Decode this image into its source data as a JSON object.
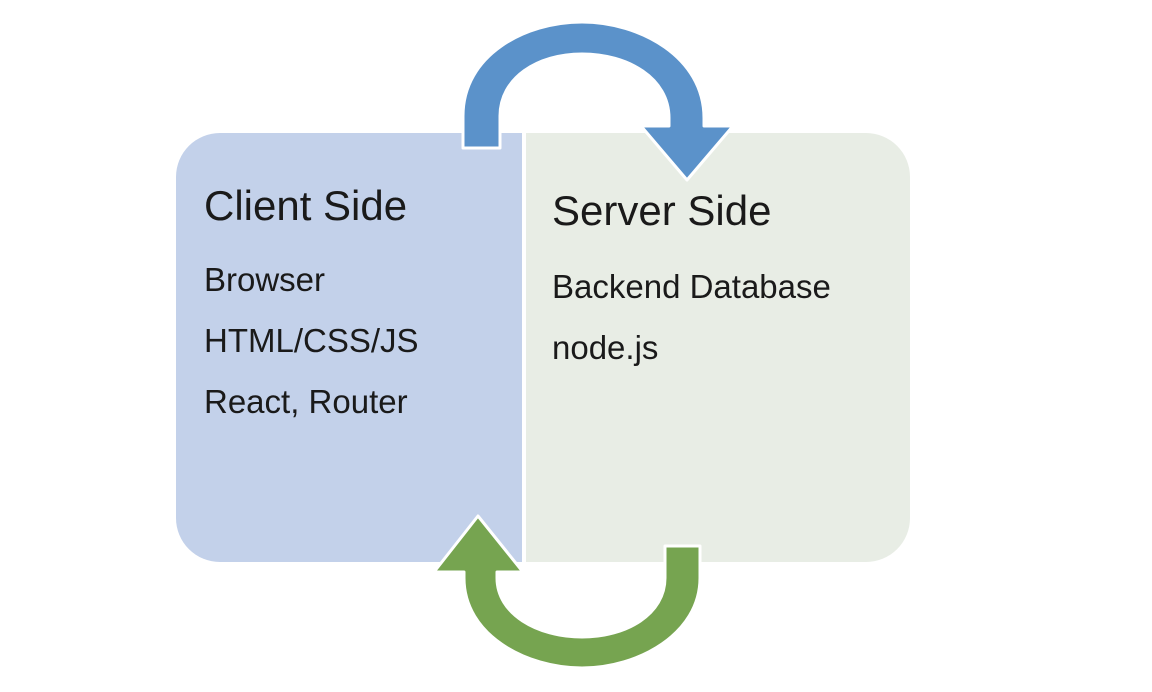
{
  "diagram": {
    "title": "Client Side / Server Side architecture diagram",
    "background_color": "#ffffff",
    "panels": [
      {
        "id": "client",
        "title": "Client Side",
        "fill_color": "#c3d1ea",
        "lines": [
          "Browser",
          "HTML/CSS/JS",
          "React, Router"
        ]
      },
      {
        "id": "server",
        "title": "Server Side",
        "fill_color": "#e8ede5",
        "lines": [
          "Backend Database",
          "node.js"
        ]
      }
    ],
    "arrows": [
      {
        "id": "request-arrow",
        "name": "client-to-server-arrow",
        "color": "#5b92ca",
        "direction": "client-to-server",
        "position": "top",
        "shape": "curved-arc"
      },
      {
        "id": "response-arrow",
        "name": "server-to-client-arrow",
        "color": "#76a450",
        "direction": "server-to-client",
        "position": "bottom",
        "shape": "curved-arc"
      }
    ]
  }
}
